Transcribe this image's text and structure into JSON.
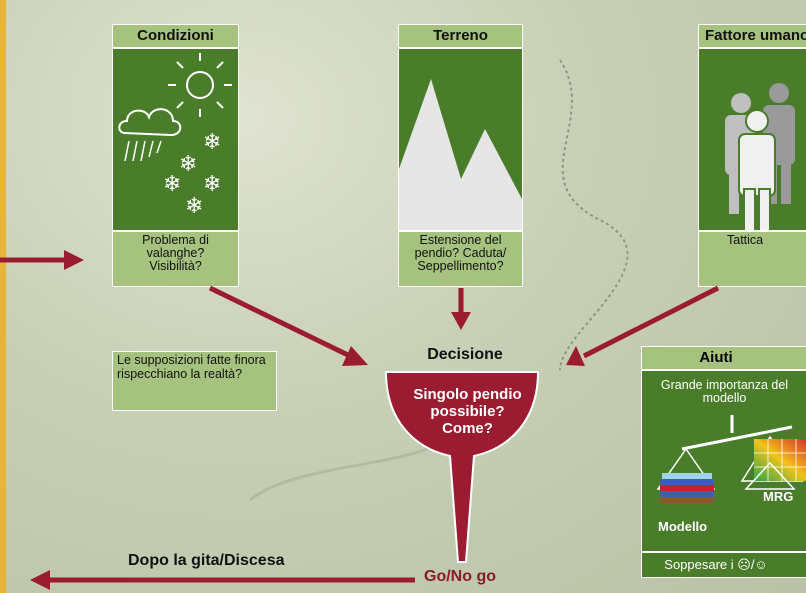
{
  "panels": {
    "condizioni": {
      "title": "Condizioni",
      "footer_lines": [
        "Problema di",
        "valanghe?",
        "Visibilità?"
      ]
    },
    "terreno": {
      "title": "Terreno",
      "footer_lines": [
        "Estensione del",
        "pendio? Caduta/",
        "Seppellimento?"
      ]
    },
    "fattore": {
      "title": "Fattore umano",
      "footer_lines": [
        "Tattica"
      ]
    }
  },
  "note": "Le supposizioni fatte finora rispecchiano la realtà?",
  "decision": {
    "title": "Decisione",
    "funnel_lines": [
      "Singolo pendio",
      "possibile?",
      "Come?"
    ],
    "output": "Go/No go"
  },
  "aiuti": {
    "title": "Aiuti",
    "subtitle_lines": [
      "Grande importanza del",
      "modello"
    ],
    "label_modello": "Modello",
    "label_mrg": "MRG",
    "footer": "Soppesare i ☹/☺"
  },
  "after": "Dopo la gita/Discesa",
  "colors": {
    "arrow": "#9b1b30",
    "panel_dark": "#4a7d2a",
    "panel_light": "#a6c27f",
    "accent": "#e5b53a"
  }
}
